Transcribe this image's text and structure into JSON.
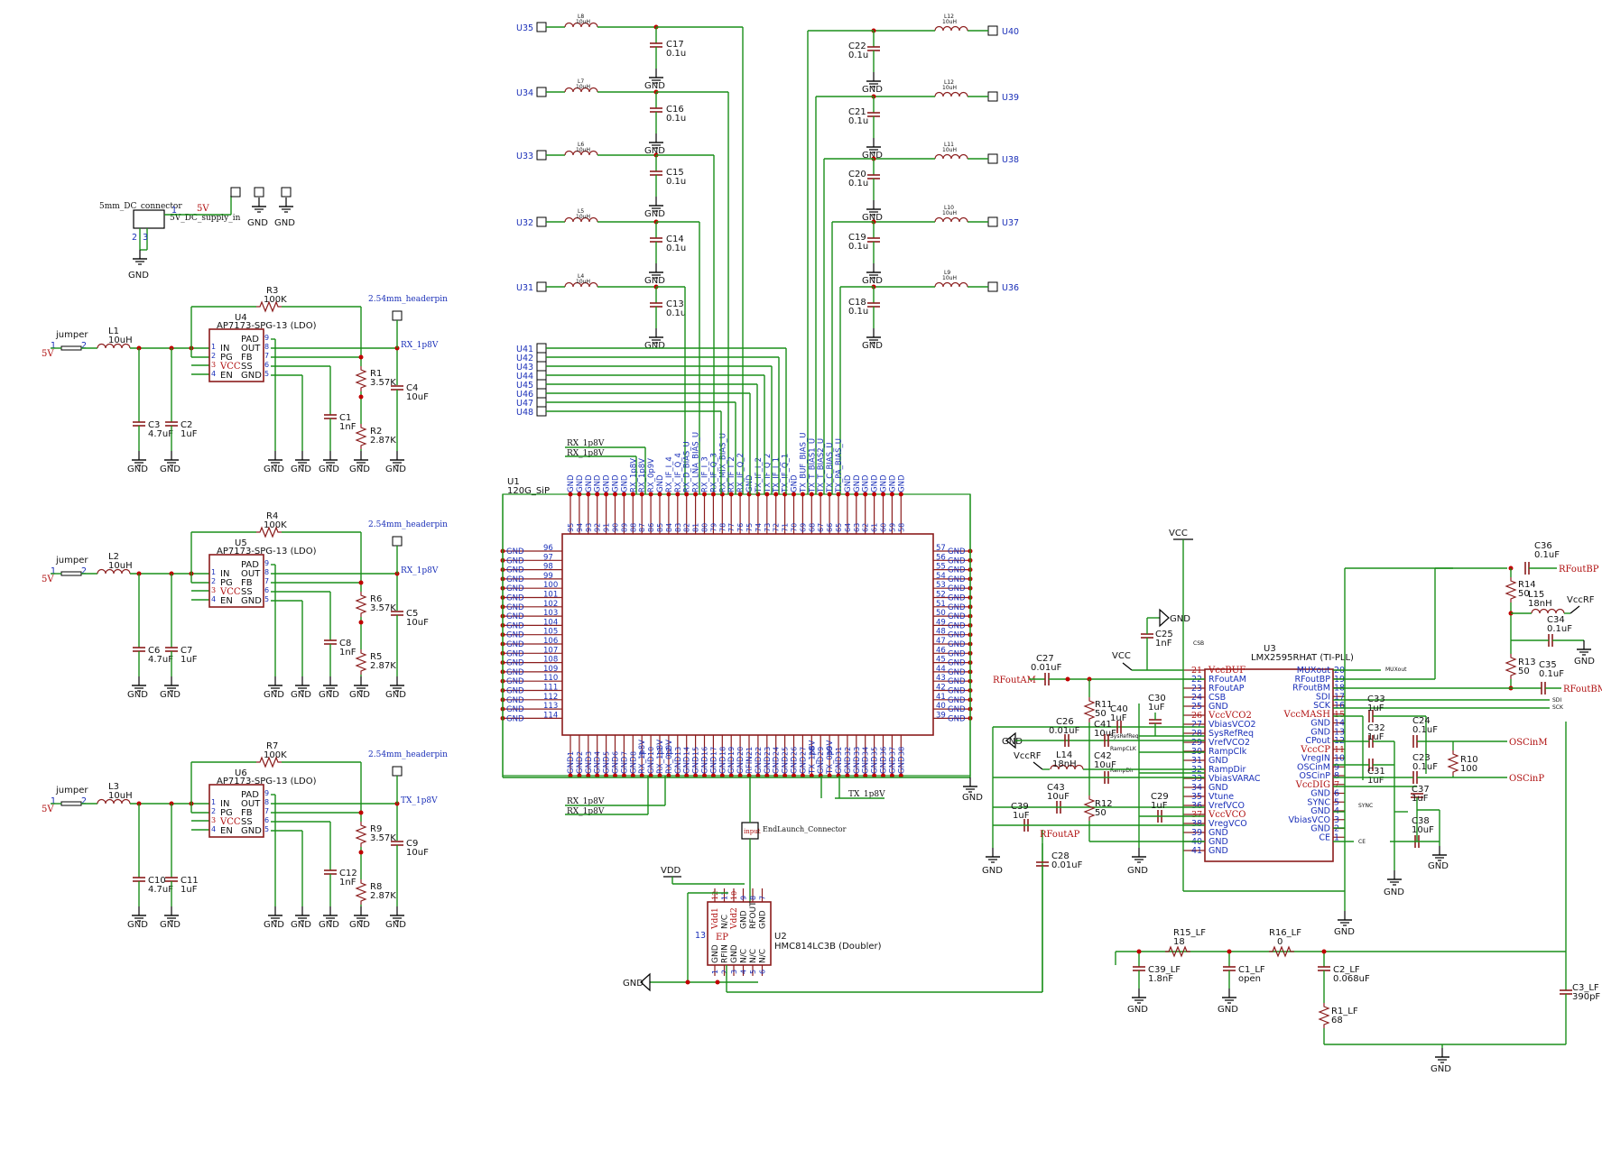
{
  "ldo_blocks": [
    {
      "ref": "U4",
      "part": "AP7173-SPG-13 (LDO)",
      "inductor": "L1",
      "ind_val": "10uH",
      "cin": "C3",
      "cin_val": "4.7uF",
      "cin2": "C2",
      "cin2_val": "1uF",
      "rfb_top": "R3",
      "rfb_top_val": "100K",
      "r_a": "R1",
      "r_a_val": "3.57K",
      "r_b": "R2",
      "r_b_val": "2.87K",
      "css": "C1",
      "css_val": "1nF",
      "cout": "C4",
      "cout_val": "10uF",
      "header": "2.54mm_headerpin",
      "net": "RX_1p8V"
    },
    {
      "ref": "U5",
      "part": "AP7173-SPG-13 (LDO)",
      "inductor": "L2",
      "ind_val": "10uH",
      "cin": "C6",
      "cin_val": "4.7uF",
      "cin2": "C7",
      "cin2_val": "1uF",
      "rfb_top": "R4",
      "rfb_top_val": "100K",
      "r_a": "R6",
      "r_a_val": "3.57K",
      "r_b": "R5",
      "r_b_val": "2.87K",
      "css": "C8",
      "css_val": "1nF",
      "cout": "C5",
      "cout_val": "10uF",
      "header": "2.54mm_headerpin",
      "net": "RX_1p8V"
    },
    {
      "ref": "U6",
      "part": "AP7173-SPG-13 (LDO)",
      "inductor": "L3",
      "ind_val": "10uH",
      "cin": "C10",
      "cin_val": "4.7uF",
      "cin2": "C11",
      "cin2_val": "1uF",
      "rfb_top": "R7",
      "rfb_top_val": "100K",
      "r_a": "R9",
      "r_a_val": "3.57K",
      "r_b": "R8",
      "r_b_val": "2.87K",
      "css": "C12",
      "css_val": "1nF",
      "cout": "C9",
      "cout_val": "10uF",
      "header": "2.54mm_headerpin",
      "net": "TX_1p8V"
    }
  ],
  "ldo_pins_left": [
    {
      "num": "1",
      "name": "IN"
    },
    {
      "num": "2",
      "name": "PG"
    },
    {
      "num": "3",
      "name": "VCC"
    },
    {
      "num": "4",
      "name": "EN"
    }
  ],
  "ldo_pins_right": [
    {
      "num": "9",
      "name": "PAD"
    },
    {
      "num": "8",
      "name": "OUT"
    },
    {
      "num": "7",
      "name": "FB"
    },
    {
      "num": "6",
      "name": "SS"
    },
    {
      "num": "5",
      "name": "GND"
    }
  ],
  "common": {
    "gnd": "GND",
    "vcc": "VCC",
    "vdd": "VDD",
    "vccrf": "VccRF",
    "jumper": "jumper",
    "v5": "5V",
    "pin1": "1",
    "pin2": "2",
    "pin3": "3"
  },
  "dc_connector": {
    "label": "5mm_DC_connector",
    "net": "5V_DC_supply_in",
    "v5": "5V"
  },
  "bias_left": [
    {
      "port": "U35",
      "ind": "L8",
      "ind_val": "10uH",
      "cap": "C17",
      "cap_val": "0.1u"
    },
    {
      "port": "U34",
      "ind": "L7",
      "ind_val": "10uH",
      "cap": "C16",
      "cap_val": "0.1u"
    },
    {
      "port": "U33",
      "ind": "L6",
      "ind_val": "10uH",
      "cap": "C15",
      "cap_val": "0.1u"
    },
    {
      "port": "U32",
      "ind": "L5",
      "ind_val": "10uH",
      "cap": "C14",
      "cap_val": "0.1u"
    },
    {
      "port": "U31",
      "ind": "L4",
      "ind_val": "10uH",
      "cap": "C13",
      "cap_val": "0.1u"
    }
  ],
  "bias_right": [
    {
      "port": "U40",
      "ind": "L12",
      "ind_val": "10uH",
      "cap": "C22",
      "cap_val": "0.1u"
    },
    {
      "port": "U39",
      "ind": "L12",
      "ind_val": "10uH",
      "cap": "C21",
      "cap_val": "0.1u"
    },
    {
      "port": "U38",
      "ind": "L11",
      "ind_val": "10uH",
      "cap": "C20",
      "cap_val": "0.1u"
    },
    {
      "port": "U37",
      "ind": "L10",
      "ind_val": "10uH",
      "cap": "C19",
      "cap_val": "0.1u"
    },
    {
      "port": "U36",
      "ind": "L9",
      "ind_val": "10uH",
      "cap": "C18",
      "cap_val": "0.1u"
    }
  ],
  "u_ports": [
    "U41",
    "U42",
    "U43",
    "U44",
    "U45",
    "U46",
    "U47",
    "U48"
  ],
  "sip": {
    "ref": "U1",
    "name": "120G_SiP",
    "rx_label": "RX_1p8V",
    "tx_label": "TX_1p8V",
    "top_pin_names": [
      "GND",
      "GND",
      "GND",
      "GND",
      "GND",
      "GND",
      "GND",
      "RX_1p8V",
      "RX_1p8V",
      "RX_0p9V",
      "GND",
      "RX_IF_I_4",
      "RX_IF_Q_4",
      "RX_D_BIAS_U",
      "RX_LNA_BIAS_U",
      "RX_IF_I_3",
      "RX_IF_Q_3",
      "RX_MIX_BIAS_U",
      "RX_IF_I_2",
      "RX_IF_Q_2",
      "GND",
      "TX_IF_I_2",
      "TX_IF_Q_2",
      "TX_IF_I_1",
      "TX_IF_Q_1",
      "GND",
      "TX_BUF_BIAS_U",
      "TX_T_BIAS1_U",
      "TX_T_BIAS2_U",
      "TX_C_BIAS_U",
      "TX_PA_BIAS_U",
      "GND",
      "GND",
      "GND",
      "GND",
      "GND",
      "GND",
      "GND"
    ],
    "top_pin_nums": [
      "95",
      "94",
      "93",
      "92",
      "91",
      "90",
      "89",
      "88",
      "87",
      "86",
      "85",
      "84",
      "83",
      "82",
      "81",
      "80",
      "79",
      "78",
      "77",
      "76",
      "75",
      "74",
      "73",
      "72",
      "71",
      "70",
      "69",
      "68",
      "67",
      "66",
      "65",
      "64",
      "63",
      "62",
      "61",
      "60",
      "59",
      "58"
    ],
    "left_pin_nums": [
      "96",
      "97",
      "98",
      "99",
      "100",
      "101",
      "102",
      "103",
      "104",
      "105",
      "106",
      "107",
      "108",
      "109",
      "110",
      "111",
      "112",
      "113",
      "114"
    ],
    "right_pin_nums": [
      "57",
      "56",
      "55",
      "54",
      "53",
      "52",
      "51",
      "50",
      "49",
      "48",
      "47",
      "46",
      "45",
      "44",
      "43",
      "42",
      "41",
      "40",
      "39"
    ],
    "bottom_pin_nums": [
      "1",
      "2",
      "3",
      "4",
      "5",
      "6",
      "7",
      "8",
      "9",
      "10",
      "11",
      "12",
      "13",
      "14",
      "15",
      "16",
      "17",
      "18",
      "19",
      "20",
      "21",
      "22",
      "23",
      "24",
      "25",
      "26",
      "27",
      "28",
      "29",
      "30",
      "31",
      "32",
      "33",
      "34",
      "35",
      "36",
      "37",
      "38"
    ],
    "bottom_pin_names": [
      "GND",
      "GND",
      "GND",
      "GND",
      "GND",
      "GND",
      "GND",
      "GND",
      "RX_1p8V",
      "GND",
      "RX_1p8V",
      "RX_0p9V",
      "GND",
      "GND",
      "GND",
      "GND",
      "GND",
      "GND",
      "GND",
      "GND",
      "RFIN",
      "GND",
      "GND",
      "GND",
      "GND",
      "GND",
      "GND",
      "TX_1p8V",
      "GND",
      "TX_0p9V",
      "GND",
      "GND",
      "GND",
      "GND",
      "GND",
      "GND",
      "GND",
      "GND"
    ],
    "gnd": "GND"
  },
  "doubler": {
    "ref": "U2",
    "part": "HMC814LC3B (Doubler)",
    "conn": "EndLaunch_Connector",
    "conn_tag": "input",
    "pins_top": [
      {
        "num": "12",
        "name": "Vdd1"
      },
      {
        "num": "11",
        "name": "N/C"
      },
      {
        "num": "10",
        "name": "Vdd2"
      },
      {
        "num": "9",
        "name": "GND"
      },
      {
        "num": "8",
        "name": "RFOUT"
      },
      {
        "num": "7",
        "name": "GND"
      }
    ],
    "pins_bottom": [
      {
        "num": "1",
        "name": "GND"
      },
      {
        "num": "2",
        "name": "RFIN"
      },
      {
        "num": "3",
        "name": "GND"
      },
      {
        "num": "4",
        "name": "N/C"
      },
      {
        "num": "5",
        "name": "N/C"
      },
      {
        "num": "6",
        "name": "N/C"
      }
    ],
    "ep": "EP",
    "ep_num": "13"
  },
  "pll": {
    "ref": "U3",
    "part": "LMX2595RHAT (TI-PLL)",
    "left_pins": [
      {
        "num": "21",
        "name": "VccBUF",
        "red": true
      },
      {
        "num": "22",
        "name": "RFoutAM",
        "red": false
      },
      {
        "num": "23",
        "name": "RFoutAP",
        "red": false
      },
      {
        "num": "24",
        "name": "CSB",
        "red": false
      },
      {
        "num": "25",
        "name": "GND",
        "red": false
      },
      {
        "num": "26",
        "name": "VccVCO2",
        "red": true
      },
      {
        "num": "27",
        "name": "VbiasVCO2",
        "red": false
      },
      {
        "num": "28",
        "name": "SysRefReq",
        "red": false
      },
      {
        "num": "29",
        "name": "VrefVCO2",
        "red": false
      },
      {
        "num": "30",
        "name": "RampClk",
        "red": false
      },
      {
        "num": "31",
        "name": "GND",
        "red": false
      },
      {
        "num": "32",
        "name": "RampDir",
        "red": false
      },
      {
        "num": "33",
        "name": "VbiasVARAC",
        "red": false
      },
      {
        "num": "34",
        "name": "GND",
        "red": false
      },
      {
        "num": "35",
        "name": "Vtune",
        "red": false
      },
      {
        "num": "36",
        "name": "VrefVCO",
        "red": false
      },
      {
        "num": "37",
        "name": "VccVCO",
        "red": true
      },
      {
        "num": "38",
        "name": "VregVCO",
        "red": false
      },
      {
        "num": "39",
        "name": "GND",
        "red": false
      },
      {
        "num": "40",
        "name": "GND",
        "red": false
      },
      {
        "num": "41",
        "name": "GND",
        "red": false
      }
    ],
    "right_pins": [
      {
        "num": "20",
        "name": "MUXout",
        "red": false
      },
      {
        "num": "19",
        "name": "RFoutBP",
        "red": false
      },
      {
        "num": "18",
        "name": "RFoutBM",
        "red": false
      },
      {
        "num": "17",
        "name": "SDI",
        "red": false
      },
      {
        "num": "16",
        "name": "SCK",
        "red": false
      },
      {
        "num": "15",
        "name": "VccMASH",
        "red": true
      },
      {
        "num": "14",
        "name": "GND",
        "red": false
      },
      {
        "num": "13",
        "name": "GND",
        "red": false
      },
      {
        "num": "12",
        "name": "CPout",
        "red": false
      },
      {
        "num": "11",
        "name": "VccCP",
        "red": true
      },
      {
        "num": "10",
        "name": "VregIN",
        "red": false
      },
      {
        "num": "9",
        "name": "OSCinM",
        "red": false
      },
      {
        "num": "8",
        "name": "OSCinP",
        "red": false
      },
      {
        "num": "7",
        "name": "VccDIG",
        "red": true
      },
      {
        "num": "6",
        "name": "GND",
        "red": false
      },
      {
        "num": "5",
        "name": "SYNC",
        "red": false
      },
      {
        "num": "4",
        "name": "GND",
        "red": false
      },
      {
        "num": "3",
        "name": "VbiasVCO",
        "red": false
      },
      {
        "num": "2",
        "name": "GND",
        "red": false
      },
      {
        "num": "1",
        "name": "CE",
        "red": false
      }
    ],
    "nets": {
      "csb": "CSB",
      "muxout": "MUXout",
      "sdi": "SDI",
      "sck": "SCK",
      "sync": "SYNC",
      "ce": "CE",
      "sysrefreq": "SysRefReq",
      "rampclk": "RampCLK",
      "rampdir": "RampDir",
      "rfoutam": "RFoutAM",
      "rfoutap": "RFoutAP",
      "rfoutbp": "RFoutBP",
      "rfoutbm": "RFoutBM",
      "oscinm": "OSCinM",
      "oscinp": "OSCinP"
    }
  },
  "pll_parts": {
    "c27": "C27",
    "c27v": "0.01uF",
    "c25": "C25",
    "c25v": "1nF",
    "c26": "C26",
    "c26v": "0.01uF",
    "c28": "C28",
    "c28v": "0.01uF",
    "r11": "R11",
    "r11v": "50",
    "r12": "R12",
    "r12v": "50",
    "c40": "C40",
    "c40v": "1uF",
    "c41": "C41",
    "c41v": "10uF",
    "c30": "C30",
    "c30v": "1uF",
    "l14": "L14",
    "l14v": "18nH",
    "c42": "C42",
    "c42v": "10uF",
    "c43": "C43",
    "c43v": "10uF",
    "c39": "C39",
    "c39v": "1uF",
    "c29": "C29",
    "c29v": "1uF",
    "c33": "C33",
    "c33v": "1uF",
    "c32": "C32",
    "c32v": "1uF",
    "c24": "C24",
    "c24v": "0.1uF",
    "c23": "C23",
    "c23v": "0.1uF",
    "c31": "C31",
    "c31v": "1uF",
    "c37": "C37",
    "c37v": "1uF",
    "c38": "C38",
    "c38v": "10uF",
    "r10": "R10",
    "r10v": "100",
    "c36": "C36",
    "c36v": "0.1uF",
    "r14": "R14",
    "r14v": "50",
    "l15": "L15",
    "l15v": "18nH",
    "c34": "C34",
    "c34v": "0.1uF",
    "r13": "R13",
    "r13v": "50",
    "c35": "C35",
    "c35v": "0.1uF"
  },
  "loop_filter": {
    "r15": "R15_LF",
    "r15v": "18",
    "r16": "R16_LF",
    "r16v": "0",
    "c39": "C39_LF",
    "c39v": "1.8nF",
    "c1": "C1_LF",
    "c1v": "open",
    "c2": "C2_LF",
    "c2v": "0.068uF",
    "r1": "R1_LF",
    "r1v": "68",
    "c3": "C3_LF",
    "c3v": "390pF"
  }
}
